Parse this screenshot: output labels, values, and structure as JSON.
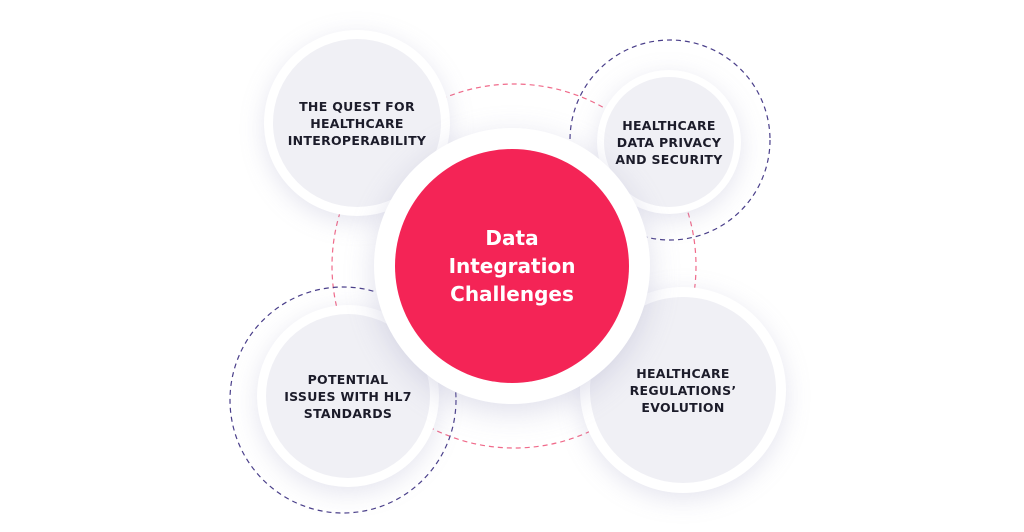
{
  "center": {
    "title_lines": [
      "Data",
      "Integration",
      "Challenges"
    ]
  },
  "nodes": [
    {
      "lines": [
        "THE QUEST FOR",
        "HEALTHCARE",
        "INTEROPERABILITY"
      ]
    },
    {
      "lines": [
        "HEALTHCARE",
        "DATA PRIVACY",
        "AND SECURITY"
      ]
    },
    {
      "lines": [
        "POTENTIAL",
        "ISSUES WITH HL7",
        "STANDARDS"
      ]
    },
    {
      "lines": [
        "HEALTHCARE",
        "REGULATIONS’",
        "EVOLUTION"
      ]
    }
  ],
  "colors": {
    "accent": "#f42456",
    "dash_pink": "#f06a8a",
    "dash_purple": "#4a3f8a"
  }
}
